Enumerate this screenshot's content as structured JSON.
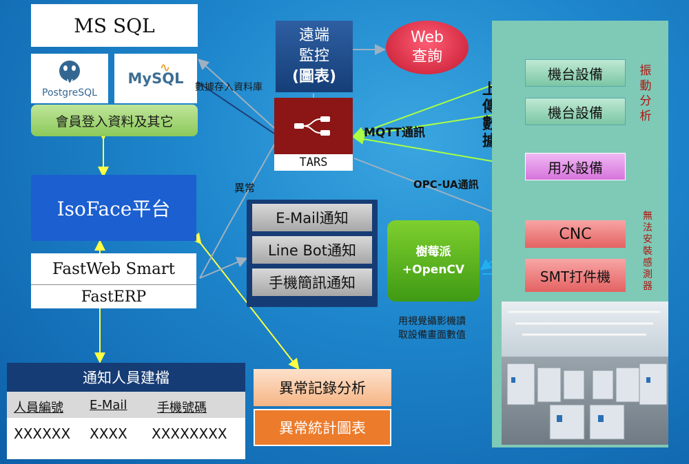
{
  "db": {
    "mssql": "MS SQL",
    "postgres": "PostgreSQL",
    "mysql": "MySQL",
    "member": "會員登入資料及其它"
  },
  "platform": {
    "isoface": "IsoFace平台",
    "fastweb": "FastWeb Smart",
    "fasterp": "FastERP"
  },
  "monitor": {
    "remote_line1": "遠端",
    "remote_line2": "監控",
    "remote_line3": "(圖表)",
    "web_line1": "Web",
    "web_line2": "查詢",
    "tars": "TARS"
  },
  "notify": {
    "email": "E-Mail通知",
    "linebot": "Line Bot通知",
    "sms": "手機簡訊通知"
  },
  "pi": {
    "line1": "樹莓派",
    "line2": "+OpenCV",
    "note_line1": "用視覺攝影機讀",
    "note_line2": "取設備畫面數值"
  },
  "labels": {
    "db_store": "數據存入資料庫",
    "mqtt": "MQTT通訊",
    "opcua": "OPC-UA通訊",
    "abnormal": "異常",
    "upload": [
      "上",
      "傳",
      "數",
      "據"
    ],
    "vibration": [
      "振",
      "動",
      "分",
      "析"
    ],
    "no_sensor": [
      "無",
      "法",
      "安",
      "裝",
      "感",
      "測",
      "器"
    ]
  },
  "devices": {
    "machine1": "機台設備",
    "machine2": "機台設備",
    "water": "用水設備",
    "cnc": "CNC",
    "smt": "SMT打件機"
  },
  "personnel": {
    "title": "通知人員建檔",
    "headers": [
      "人員編號",
      "E-Mail",
      "手機號碼"
    ],
    "values": [
      "XXXXXX",
      "XXXX",
      "XXXXXXXX"
    ]
  },
  "analysis": {
    "record": "異常記錄分析",
    "stats": "異常統計圖表"
  },
  "colors": {
    "yellow_line": "#ffff44",
    "green_line": "#aaff44",
    "blue_line": "#22b0f0",
    "gray_line": "#a0b0c0",
    "dark_blue_line": "#1d3f77"
  }
}
